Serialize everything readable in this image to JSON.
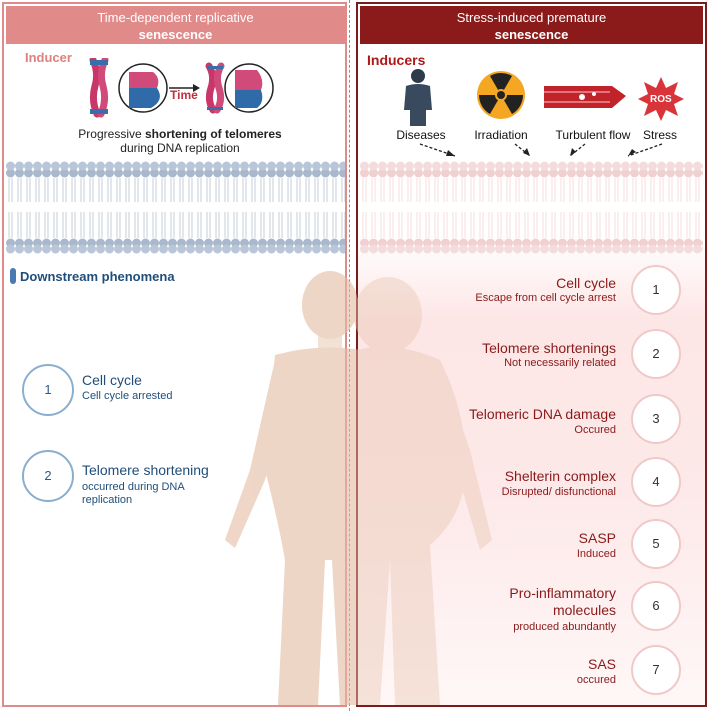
{
  "left_panel": {
    "header_line1": "Time-dependent replicative",
    "header_line2": "senescence",
    "inducer_label": "Inducer",
    "time_label": "Time",
    "caption_pre": "Progressive ",
    "caption_bold": "shortening of telomeres",
    "caption_line2": "during DNA replication",
    "downstream_label": "Downstream phenomena",
    "items": [
      {
        "number": "1",
        "title": "Cell cycle",
        "subtitle": "Cell cycle arrested"
      },
      {
        "number": "2",
        "title": "Telomere shortening",
        "subtitle": "occurred during DNA replication"
      }
    ]
  },
  "right_panel": {
    "header_line1": "Stress-induced premature",
    "header_line2": "senescence",
    "inducers_label": "Inducers",
    "inducers": [
      {
        "label": "Diseases",
        "icon": "person-icon"
      },
      {
        "label": "Irradiation",
        "icon": "radiation-icon"
      },
      {
        "label": "Turbulent flow",
        "icon": "blood-vessel-icon"
      },
      {
        "label": "Stress",
        "icon": "ros-icon"
      }
    ],
    "ros_text": "ROS",
    "items": [
      {
        "number": "1",
        "title": "Cell cycle",
        "subtitle": "Escape from cell cycle arrest"
      },
      {
        "number": "2",
        "title": "Telomere shortenings",
        "subtitle": "Not necessarily related"
      },
      {
        "number": "3",
        "title": "Telomeric DNA damage",
        "subtitle": "Occured"
      },
      {
        "number": "4",
        "title": "Shelterin complex",
        "subtitle": "Disrupted/ disfunctional"
      },
      {
        "number": "5",
        "title": "SASP",
        "subtitle": "Induced"
      },
      {
        "number": "6",
        "title": "Pro-inflammatory molecules",
        "subtitle": "produced abundantly"
      },
      {
        "number": "7",
        "title": "SAS",
        "subtitle": "occured"
      }
    ]
  },
  "colors": {
    "left_accent": "#e08a8a",
    "right_accent": "#8b1a1a",
    "left_text": "#1f4e7a",
    "right_text": "#8a1a1a",
    "membrane": "#a9b8cc"
  }
}
